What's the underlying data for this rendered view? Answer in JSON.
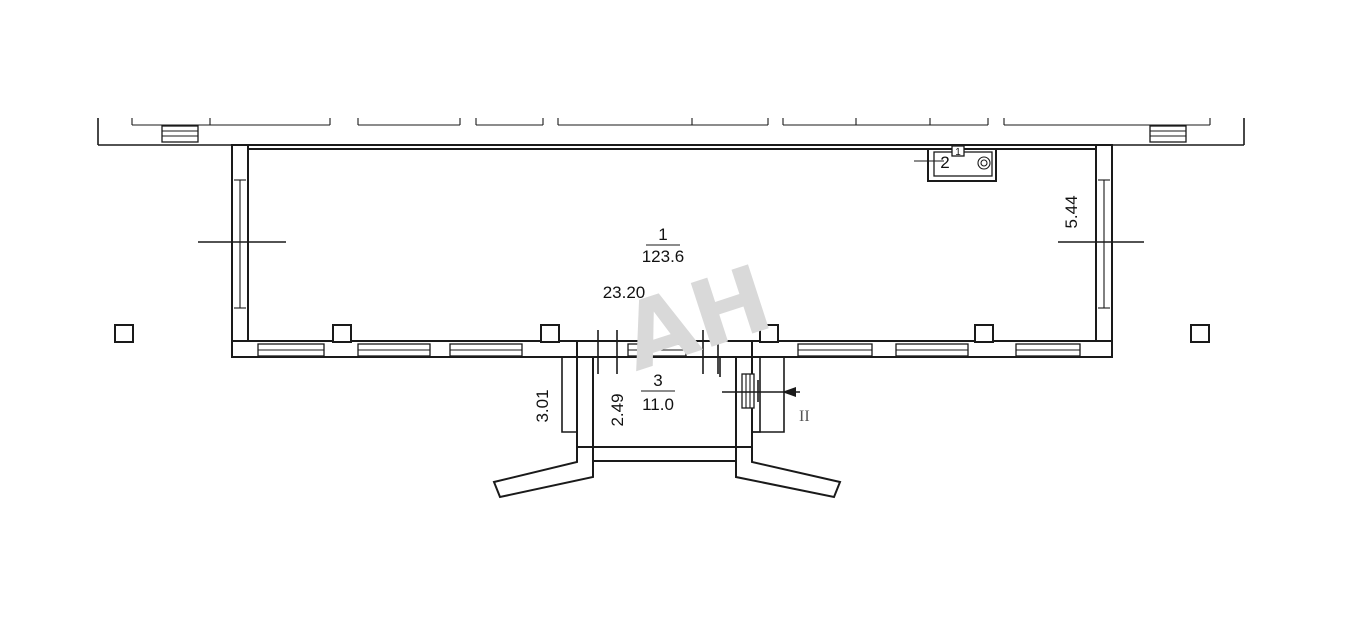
{
  "floor_plan": {
    "rooms": [
      {
        "number": "1",
        "area": "123.6"
      },
      {
        "number": "2",
        "area": "1"
      },
      {
        "number": "3",
        "area": "11.0"
      }
    ],
    "dimensions": {
      "main_length": "23.20",
      "main_width": "5.44",
      "vestibule_width": "2.49",
      "porch_width": "3.01"
    },
    "section_mark": "II",
    "watermark": "AH"
  }
}
